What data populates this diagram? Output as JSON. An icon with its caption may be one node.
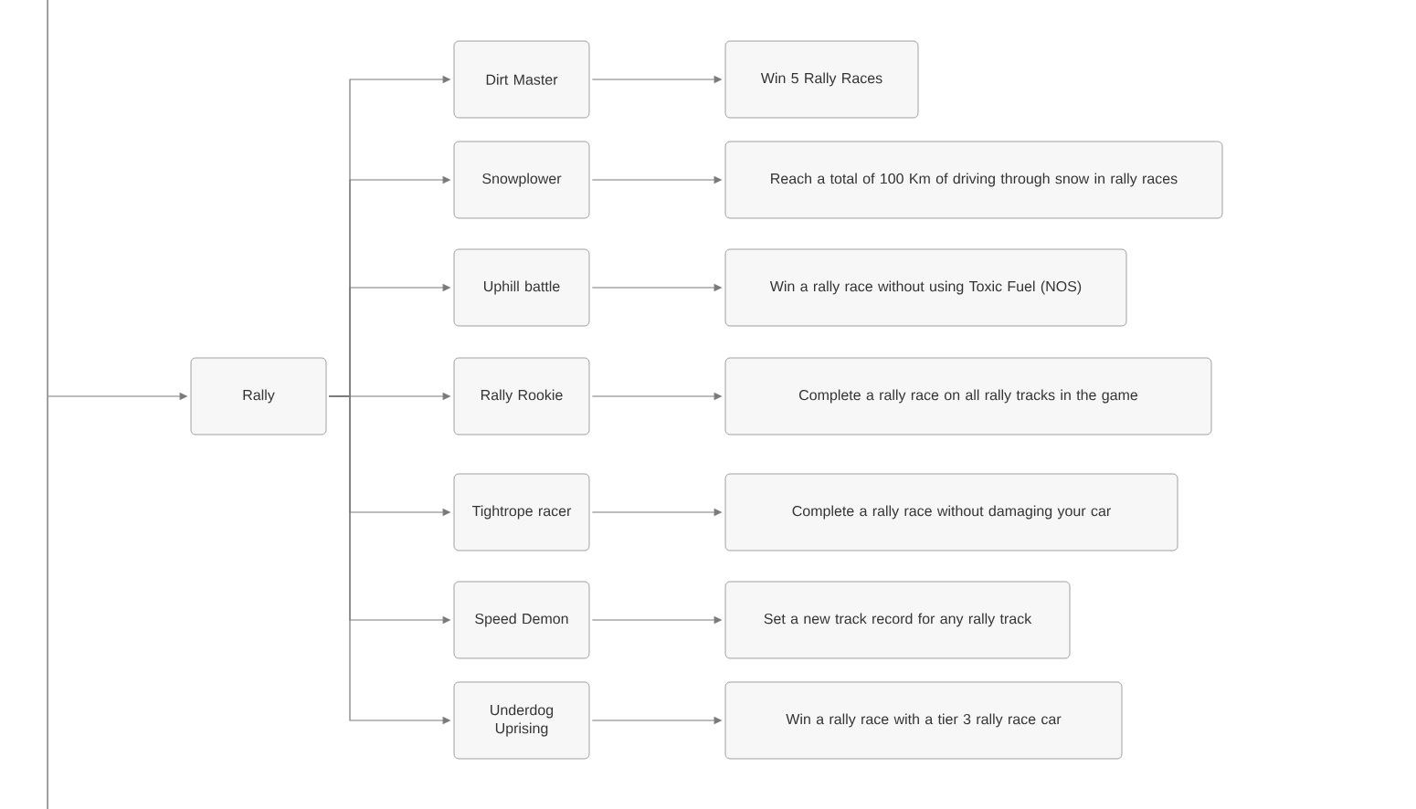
{
  "diagram": {
    "nodes": [
      {
        "text": [
          "Rally"
        ]
      },
      {
        "text": [
          "Dirt Master"
        ]
      },
      {
        "text": [
          "Snowplower"
        ]
      },
      {
        "text": [
          "Uphill battle"
        ]
      },
      {
        "text": [
          "Rally Rookie"
        ]
      },
      {
        "text": [
          "Tightrope racer"
        ]
      },
      {
        "text": [
          "Speed Demon"
        ]
      },
      {
        "text": [
          "Underdog Uprising"
        ]
      },
      {
        "text": [
          "Win 5 Rally Races"
        ]
      },
      {
        "text": [
          "Reach a total of 100 Km of driving through snow in rally races"
        ]
      },
      {
        "text": [
          "Win a rally race without using Toxic Fuel (NOS)"
        ]
      },
      {
        "text": [
          "Complete a rally race on all rally tracks in the game"
        ]
      },
      {
        "text": [
          "Complete a rally race without damaging your car"
        ]
      },
      {
        "text": [
          "Set a new track record for any rally track"
        ]
      },
      {
        "text": [
          "Win a rally race with a tier 3 rally race car"
        ]
      }
    ],
    "edges": [
      {
        "from": null,
        "to": 0,
        "arrow": "to"
      },
      {
        "from": 0,
        "to": 1,
        "arrow": "to"
      },
      {
        "from": 0,
        "to": 2,
        "arrow": "to"
      },
      {
        "from": 0,
        "to": 3,
        "arrow": "to"
      },
      {
        "from": 0,
        "to": 4,
        "arrow": "to"
      },
      {
        "from": 0,
        "to": 5,
        "arrow": "to"
      },
      {
        "from": 0,
        "to": 6,
        "arrow": "to"
      },
      {
        "from": 0,
        "to": 7,
        "arrow": "to"
      },
      {
        "from": 1,
        "to": 8,
        "arrow": "to"
      },
      {
        "from": 2,
        "to": 9,
        "arrow": "to"
      },
      {
        "from": 3,
        "to": 10,
        "arrow": "to"
      },
      {
        "from": 4,
        "to": 11,
        "arrow": "to"
      },
      {
        "from": 5,
        "to": 12,
        "arrow": "to"
      },
      {
        "from": 6,
        "to": 13,
        "arrow": "to"
      },
      {
        "from": 7,
        "to": 14,
        "arrow": "to"
      }
    ]
  }
}
